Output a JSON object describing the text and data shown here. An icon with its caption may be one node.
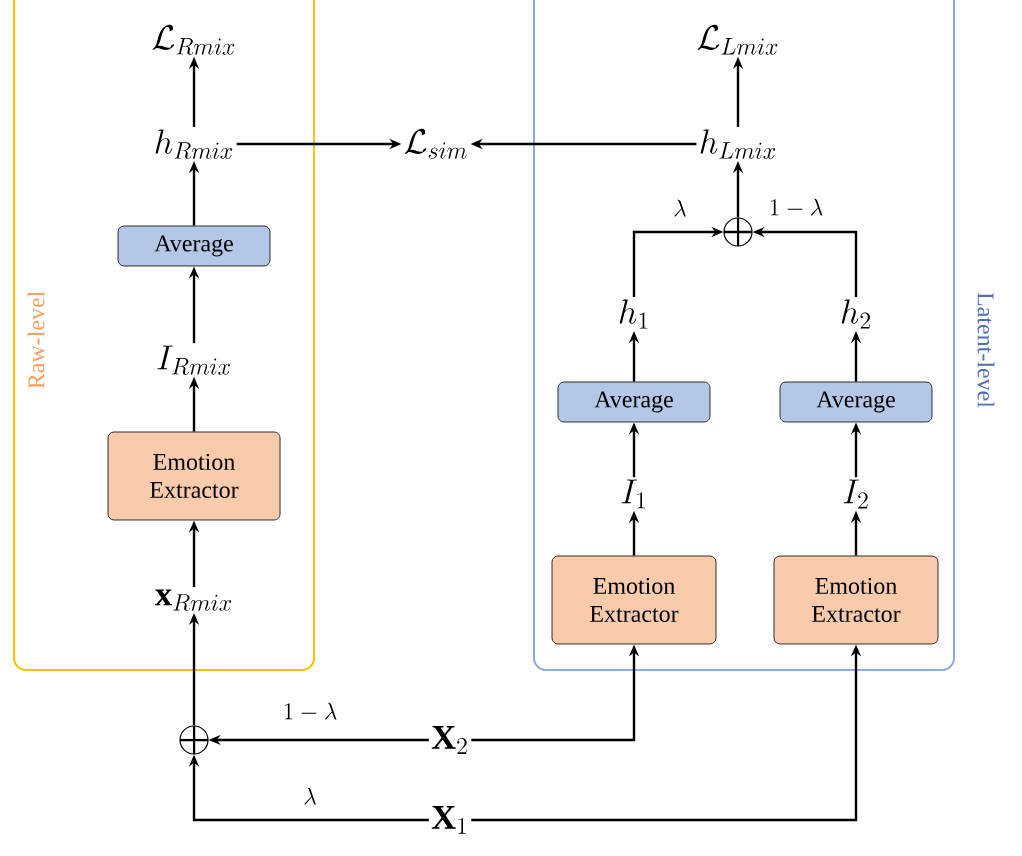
{
  "diagram": {
    "nodes": [
      {
        "text": [
          "Raw-level"
        ]
      },
      {
        "text": [
          "\\mathcal{L}_{Rmix}"
        ],
        "in": 0
      },
      {
        "text": [
          "h_{Rmix}"
        ],
        "in": 0
      },
      {
        "text": [
          "Average"
        ],
        "in": 0
      },
      {
        "text": [
          "I_{Rmix}"
        ],
        "in": 0
      },
      {
        "text": [
          "Emotion Extractor"
        ],
        "in": 0
      },
      {
        "text": [
          "\\mathbf{x}_{Rmix}"
        ],
        "in": 0
      },
      {
        "text": [
          "\\mathcal{L}_{sim}"
        ]
      },
      {
        "text": [
          "Latent-level"
        ]
      },
      {
        "text": [
          "\\mathcal{L}_{Lmix}"
        ],
        "in": 8
      },
      {
        "text": [
          "h_{Lmix}"
        ],
        "in": 8
      },
      {
        "text": [],
        "shape": "circle",
        "in": 8
      },
      {
        "text": [
          "h_{1}"
        ],
        "in": 8
      },
      {
        "text": [
          "h_{2}"
        ],
        "in": 8
      },
      {
        "text": [
          "Average"
        ],
        "in": 8
      },
      {
        "text": [
          "Average"
        ],
        "in": 8
      },
      {
        "text": [
          "I_{1}"
        ],
        "in": 8
      },
      {
        "text": [
          "I_{2}"
        ],
        "in": 8
      },
      {
        "text": [
          "Emotion Extractor"
        ],
        "in": 8
      },
      {
        "text": [
          "Emotion Extractor"
        ],
        "in": 8
      },
      {
        "text": [],
        "shape": "circle"
      },
      {
        "text": [
          "\\mathbf{X}_{2}"
        ]
      },
      {
        "text": [
          "\\mathbf{X}_{1}"
        ]
      }
    ],
    "edges": [
      {
        "from": 2,
        "to": 1,
        "arrow": "to"
      },
      {
        "from": 3,
        "to": 2,
        "arrow": "to"
      },
      {
        "from": 4,
        "to": 3,
        "arrow": "to"
      },
      {
        "from": 5,
        "to": 4,
        "arrow": "to"
      },
      {
        "from": 6,
        "to": 5,
        "arrow": "to"
      },
      {
        "from": 20,
        "to": 6,
        "arrow": "to"
      },
      {
        "from": 2,
        "to": 7,
        "arrow": "to"
      },
      {
        "from": 10,
        "to": 7,
        "arrow": "to"
      },
      {
        "from": 10,
        "to": 9,
        "arrow": "to"
      },
      {
        "from": 11,
        "to": 10,
        "arrow": "to"
      },
      {
        "from": 12,
        "to": 11,
        "arrow": "to",
        "label": "\\lambda"
      },
      {
        "from": 13,
        "to": 11,
        "arrow": "to",
        "label": "1-\\lambda"
      },
      {
        "from": 14,
        "to": 12,
        "arrow": "to"
      },
      {
        "from": 15,
        "to": 13,
        "arrow": "to"
      },
      {
        "from": 16,
        "to": 14,
        "arrow": "to"
      },
      {
        "from": 17,
        "to": 15,
        "arrow": "to"
      },
      {
        "from": 18,
        "to": 16,
        "arrow": "to"
      },
      {
        "from": 19,
        "to": 17,
        "arrow": "to"
      },
      {
        "from": 21,
        "to": 20,
        "arrow": "to",
        "label": "1-\\lambda"
      },
      {
        "from": 22,
        "to": 20,
        "arrow": "to",
        "label": "\\lambda"
      },
      {
        "from": 21,
        "to": 18,
        "arrow": "to"
      },
      {
        "from": 22,
        "to": 19,
        "arrow": "to"
      }
    ]
  }
}
